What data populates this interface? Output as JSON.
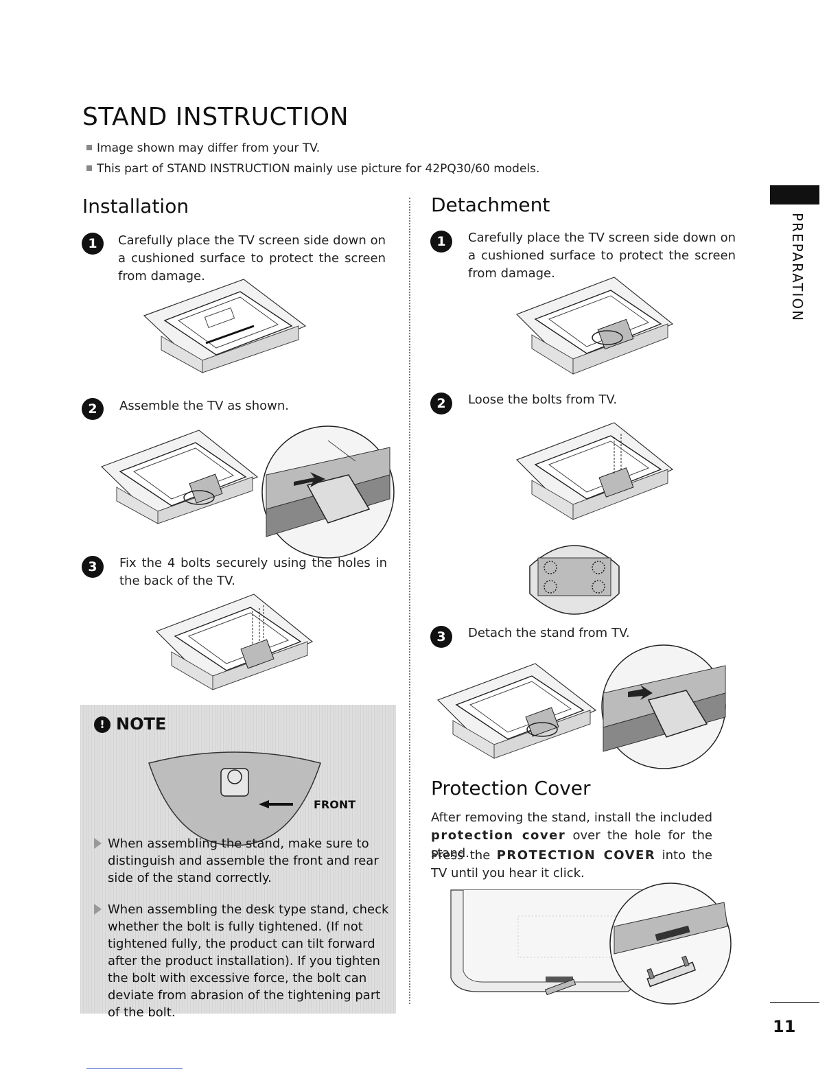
{
  "header": {
    "title": "STAND INSTRUCTION",
    "bullets": [
      "Image shown may differ from your TV.",
      "This part of STAND INSTRUCTION mainly use picture for 42PQ30/60 models."
    ]
  },
  "installation": {
    "title": "Installation",
    "steps": [
      {
        "num": "1",
        "text": "Carefully place the TV screen side down on a cushioned surface to protect the screen from damage."
      },
      {
        "num": "2",
        "text": "Assemble the TV as shown."
      },
      {
        "num": "3",
        "text": "Fix the 4 bolts securely using the holes in the back of the TV."
      }
    ]
  },
  "note": {
    "icon": "exclamation-icon",
    "title": "NOTE",
    "front_label": "FRONT",
    "items": [
      "When assembling the stand, make sure to distinguish and assemble the front and rear side of the stand correctly.",
      "When assembling the desk type stand, check whether the bolt is fully tightened. (If not tightened fully, the product can tilt forward after the product installation). If you tighten the bolt with excessive force, the bolt can deviate from abrasion of the tightening part of the bolt."
    ]
  },
  "detachment": {
    "title": "Detachment",
    "steps": [
      {
        "num": "1",
        "text": "Carefully place the TV screen side down on a cushioned surface to protect the screen from damage."
      },
      {
        "num": "2",
        "text": "Loose the bolts from TV."
      },
      {
        "num": "3",
        "text": "Detach the stand from TV."
      }
    ]
  },
  "protection_cover": {
    "title": "Protection Cover",
    "line1_pre": "After removing the stand, install the included",
    "line2_bold": "protection cover",
    "line2_post": " over the hole for the stand.",
    "line3_pre": "Press the ",
    "line3_bold": "PROTECTION COVER",
    "line3_post": " into the TV until you hear it click."
  },
  "sidebar": {
    "section_label": "PREPARATION"
  },
  "footer": {
    "page_number": "11"
  }
}
